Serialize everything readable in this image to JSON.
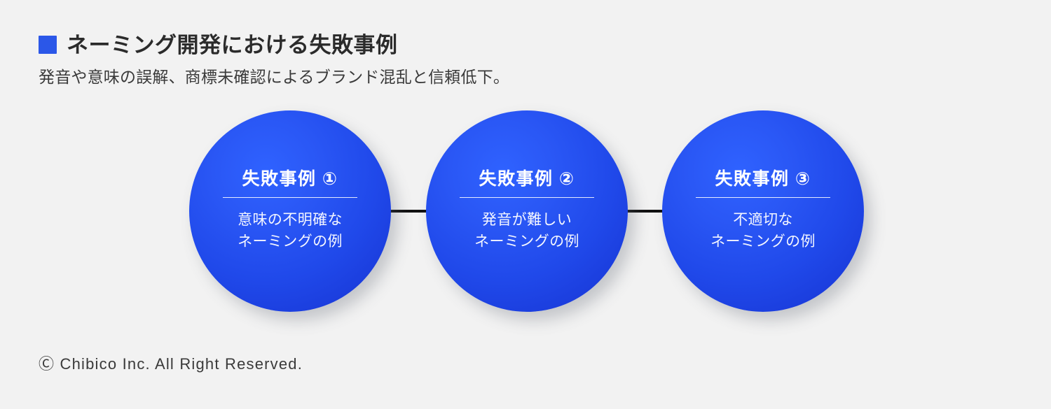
{
  "page": {
    "background_color": "#f2f2f2",
    "accent_color": "#2b57e8"
  },
  "header": {
    "marker_icon": "blue-square-icon",
    "title": "ネーミング開発における失敗事例",
    "subtitle": "発音や意味の誤解、商標未確認によるブランド混乱と信頼低下。"
  },
  "diagram": {
    "type": "linear-flow",
    "connector_color": "#111111",
    "node_gradient_from": "#2f62ff",
    "node_gradient_to": "#1733cf",
    "nodes": [
      {
        "heading": "失敗事例 ①",
        "body_line_1": "意味の不明確な",
        "body_line_2": "ネーミングの例"
      },
      {
        "heading": "失敗事例 ②",
        "body_line_1": "発音が難しい",
        "body_line_2": "ネーミングの例"
      },
      {
        "heading": "失敗事例 ③",
        "body_line_1": "不適切な",
        "body_line_2": "ネーミングの例"
      }
    ]
  },
  "footer": {
    "copyright": "Ⓒ Chibico Inc. All Right Reserved."
  }
}
